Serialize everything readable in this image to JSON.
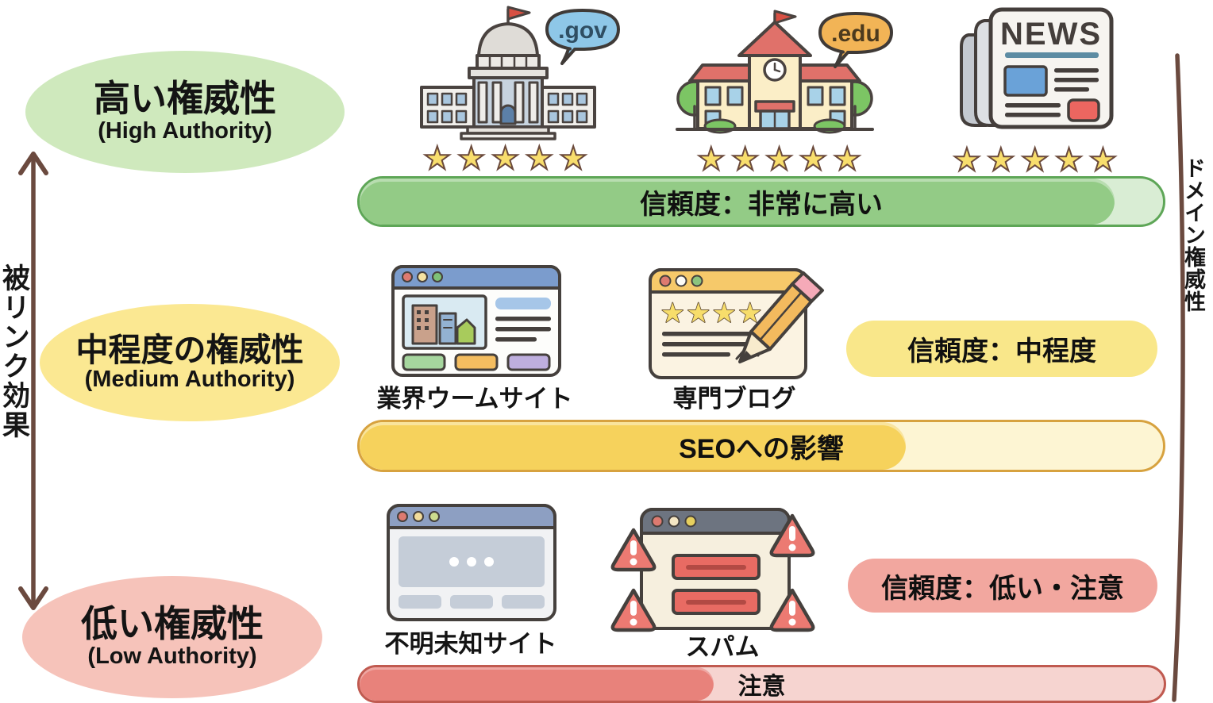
{
  "sides": {
    "left_label": "被リンク効果",
    "right_label": "ドメイン権威性"
  },
  "tiers": {
    "high": {
      "title": "高い権威性",
      "subtitle": "(High Authority)",
      "gov_bubble": ".gov",
      "edu_bubble": ".edu",
      "news_masthead": "NEWS",
      "bar_label": "信頼度：非常に高い",
      "bar_fill_percent": 94
    },
    "medium": {
      "title": "中程度の権威性",
      "subtitle": "(Medium Authority)",
      "industry_site_label": "業界ウームサイト",
      "blog_label": "専門ブログ",
      "badge_label": "信頼度：中程度",
      "bar_label": "SEOへの影響",
      "bar_fill_percent": 68
    },
    "low": {
      "title": "低い権威性",
      "subtitle": "(Low Authority)",
      "unknown_site_label": "不明未知サイト",
      "spam_label": "スパム",
      "badge_label": "信頼度：低い・注意",
      "bar_label": "注意",
      "bar_fill_percent": 44
    }
  },
  "stars": {
    "gov": 5,
    "edu": 5,
    "news": 5,
    "blog": 4
  },
  "colors": {
    "tier_high_bg": "#cfe9bd",
    "tier_medium_bg": "#fbe892",
    "tier_low_bg": "#f6c3ba",
    "bar_high_fill": "#93cb86",
    "bar_medium_fill": "#f6d25c",
    "bar_low_fill": "#e8827b",
    "badge_medium_bg": "#f9e78a",
    "badge_low_bg": "#f2a79f",
    "arrow": "#6b4a3f",
    "gov_bubble_bg": "#8ec7e8",
    "edu_bubble_bg": "#f2b456",
    "star": "#f8de6d"
  }
}
